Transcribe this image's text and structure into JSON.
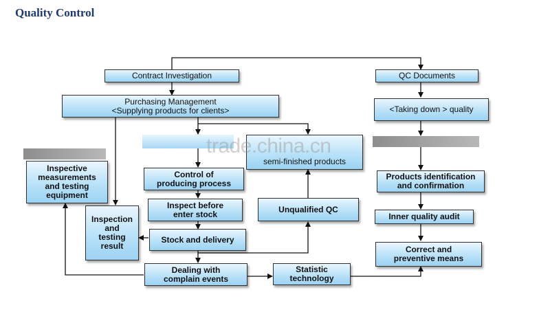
{
  "title": "Quality Control",
  "watermark": "trade.china.cn",
  "boxes": {
    "contract_investigation": "Contract Investigation",
    "qc_documents": "QC Documents",
    "purchasing_management": "Purchasing Management <Supplying products for clients>",
    "taking_down_quality": "<Taking down > quality",
    "semi_finished_products": "semi-finished products",
    "inspective_measurements": "Inspective measurements and testing equipment",
    "control_of_producing_process": "Control of producing process",
    "products_identification": "Products identification and confirmation",
    "inspect_before_enter_stock": "Inspect before enter stock",
    "unqualified_qc": "Unqualified QC",
    "inspection_and_testing_result": "Inspection and testing result",
    "inner_quality_audit": "Inner quality audit",
    "stock_and_delivery": "Stock and delivery",
    "correct_and_preventive_means": "Correct and preventive means",
    "dealing_with_complain_events": "Dealing with complain events",
    "statistic_technology": "Statistic technology"
  }
}
